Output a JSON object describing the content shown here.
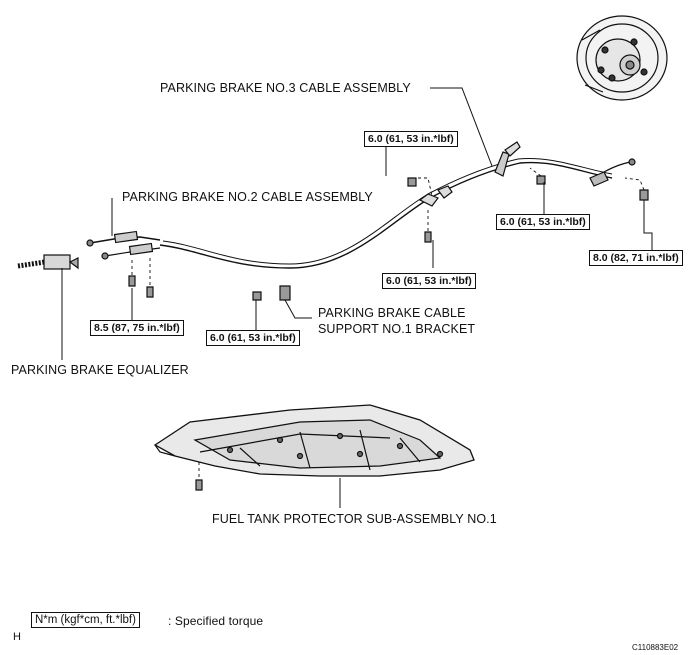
{
  "labels": {
    "no3_cable": "PARKING BRAKE NO.3 CABLE ASSEMBLY",
    "no2_cable": "PARKING BRAKE NO.2 CABLE ASSEMBLY",
    "equalizer": "PARKING BRAKE EQUALIZER",
    "bracket_line1": "PARKING BRAKE CABLE",
    "bracket_line2": "SUPPORT NO.1 BRACKET",
    "fuel_tank_protector": "FUEL TANK PROTECTOR SUB-ASSEMBLY NO.1"
  },
  "torques": {
    "t1": "6.0 (61, 53 in.*lbf)",
    "t2": "6.0 (61, 53 in.*lbf)",
    "t3": "6.0 (61, 53 in.*lbf)",
    "t4": "6.0 (61, 53 in.*lbf)",
    "t5": "8.0 (82, 71 in.*lbf)",
    "t6": "8.5 (87, 75 in.*lbf)"
  },
  "legend": {
    "box_text": "N*m (kgf*cm, ft.*lbf)",
    "desc": ": Specified torque"
  },
  "corner_letter": "H",
  "figure_id": "C110883E02"
}
